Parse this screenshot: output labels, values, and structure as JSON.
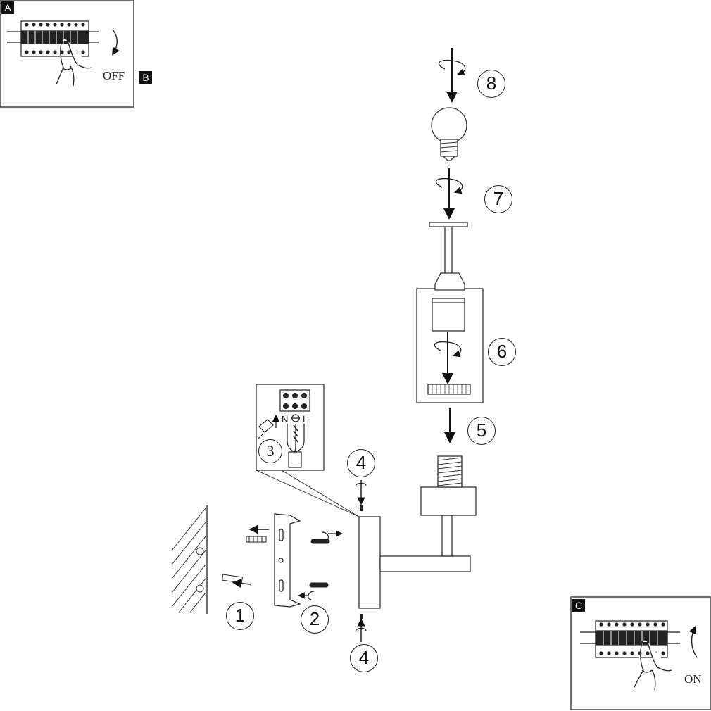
{
  "panel_a": {
    "tag": "A",
    "label": "OFF"
  },
  "tag_b": "B",
  "panel_c": {
    "tag": "C",
    "label": "ON"
  },
  "terminals": {
    "neutral": "N",
    "live": "L"
  },
  "steps": {
    "s1": "1",
    "s2": "2",
    "s3": "3",
    "s4_top": "4",
    "s4_bottom": "4",
    "s5": "5",
    "s6": "6",
    "s7": "7",
    "s8": "8"
  },
  "icons": [
    "breaker-panel-icon",
    "hand-icon",
    "rotate-arrow-icon",
    "down-arrow-icon",
    "light-bulb-icon",
    "screw-icon",
    "wall-plug-icon",
    "bracket-icon",
    "earth-symbol-icon"
  ]
}
